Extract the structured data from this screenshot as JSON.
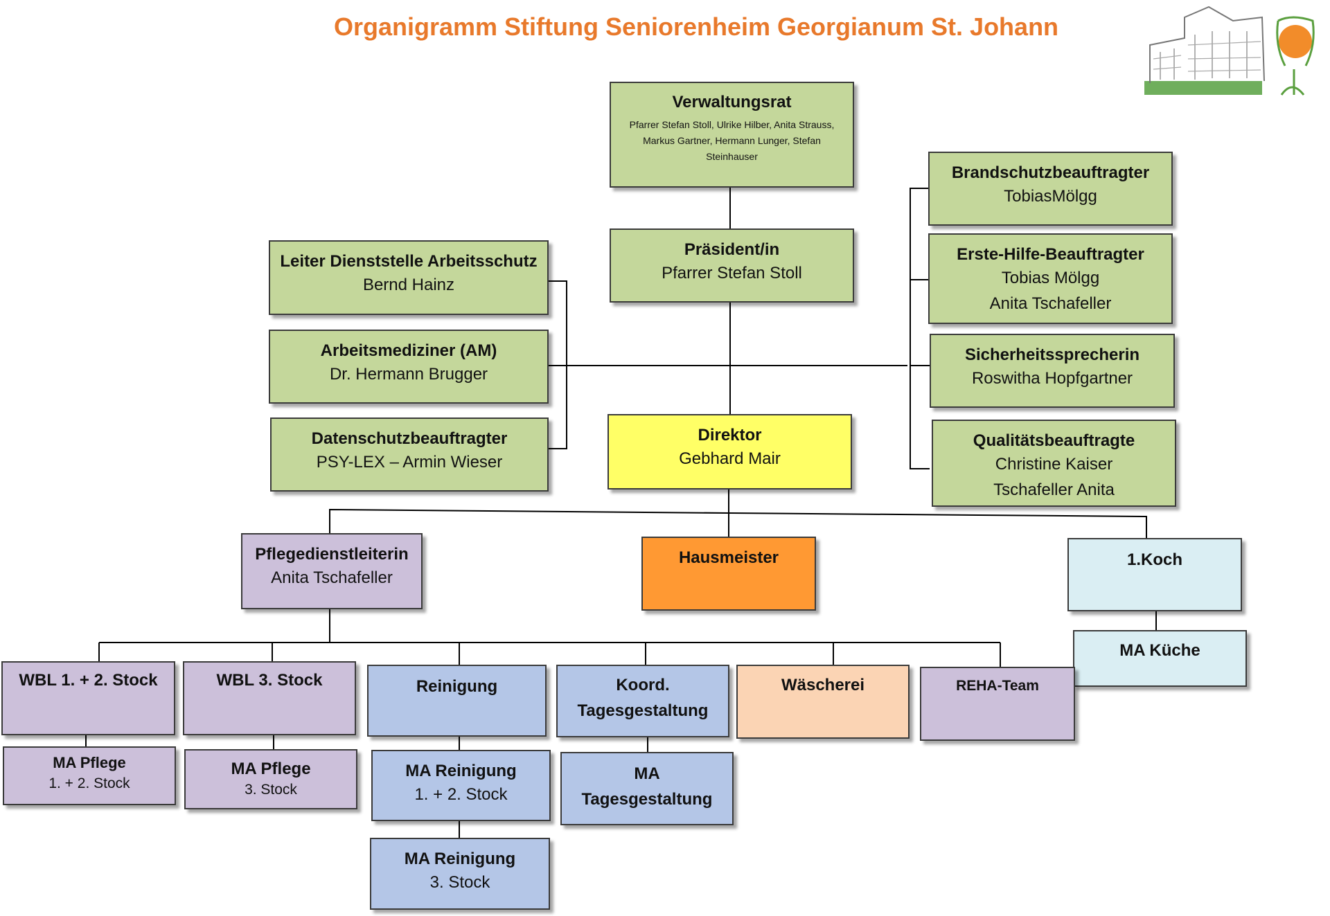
{
  "title": "Organigramm Stiftung Seniorenheim Georgianum St. Johann",
  "colors": {
    "title": "#E8792B",
    "board": "#C4D79B",
    "director": "#FFFF66",
    "janitor": "#FF9933",
    "kitchen": "#DAEEF3",
    "care": "#CCC0DA",
    "service": "#B4C6E7",
    "laundry": "#FBD4B4"
  },
  "logo": {
    "icon": "building-sun-logo"
  },
  "boxes": {
    "verwaltungsrat": {
      "role": "Verwaltungsrat",
      "members": "Pfarrer Stefan Stoll, Ulrike Hilber, Anita Strauss, Markus Gartner, Hermann Lunger, Stefan Steinhauser"
    },
    "praesident": {
      "role": "Präsident/in",
      "name": "Pfarrer Stefan Stoll"
    },
    "leiter_arbeitsschutz": {
      "role": "Leiter Dienststelle Arbeitsschutz",
      "name": "Bernd Hainz"
    },
    "arbeitsmediziner": {
      "role": "Arbeitsmediziner (AM)",
      "name": "Dr. Hermann Brugger"
    },
    "datenschutz": {
      "role": "Datenschutzbeauftragter",
      "name": "PSY-LEX – Armin Wieser"
    },
    "brandschutz": {
      "role": "Brandschutzbeauftragter",
      "name": "TobiasMölgg"
    },
    "erste_hilfe": {
      "role": "Erste-Hilfe-Beauftragter",
      "name1": "Tobias Mölgg",
      "name2": "Anita Tschafeller"
    },
    "sicherheit": {
      "role": "Sicherheitssprecherin",
      "name": "Roswitha Hopfgartner"
    },
    "qualitaet": {
      "role": "Qualitätsbeauftragte",
      "name1": "Christine Kaiser",
      "name2": "Tschafeller Anita"
    },
    "direktor": {
      "role": "Direktor",
      "name": "Gebhard Mair"
    },
    "pflegedienst": {
      "role": "Pflegedienstleiterin",
      "name": "Anita Tschafeller"
    },
    "hausmeister": {
      "role": "Hausmeister"
    },
    "koch": {
      "role": "1.Koch"
    },
    "ma_kueche": {
      "role": "MA Küche"
    },
    "wbl12": {
      "role": "WBL 1. + 2. Stock"
    },
    "wbl3": {
      "role": "WBL 3. Stock"
    },
    "reinigung": {
      "role": "Reinigung"
    },
    "koord": {
      "role1": "Koord.",
      "role2": "Tagesgestaltung"
    },
    "waescherei": {
      "role": "Wäscherei"
    },
    "reha": {
      "role": "REHA-Team"
    },
    "ma_pflege12": {
      "role": "MA Pflege",
      "name": "1. + 2. Stock"
    },
    "ma_pflege3": {
      "role": "MA Pflege",
      "name": "3. Stock"
    },
    "ma_reinigung12": {
      "role": "MA Reinigung",
      "name": "1. + 2. Stock"
    },
    "ma_reinigung3": {
      "role": "MA Reinigung",
      "name": "3. Stock"
    },
    "ma_tages": {
      "role1": "MA",
      "role2": "Tagesgestaltung"
    }
  }
}
